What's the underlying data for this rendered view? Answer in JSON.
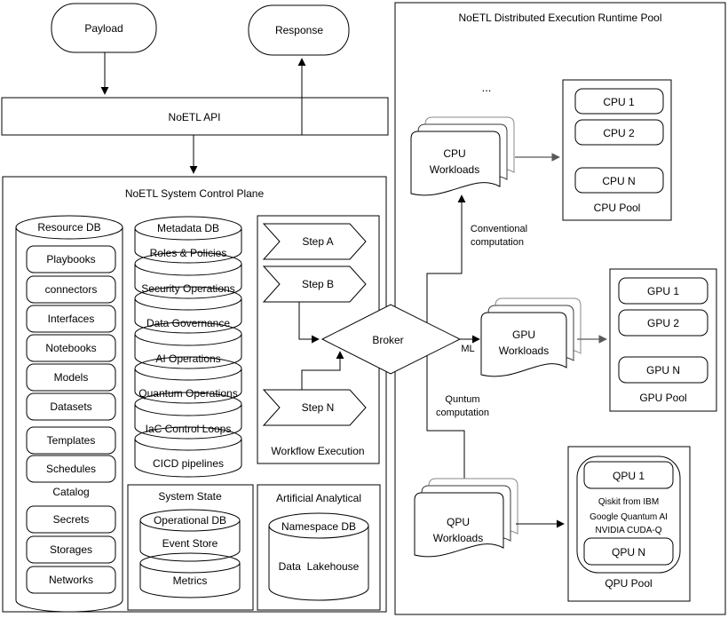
{
  "flow": {
    "payload_label": "Payload",
    "response_label": "Response",
    "api_label": "NoETL API"
  },
  "control_plane": {
    "title": "NoETL System Control Plane",
    "resource_db": {
      "title": "Resource DB",
      "items": [
        "Playbooks",
        "connectors",
        "Interfaces",
        "Notebooks",
        "Models",
        "Datasets",
        "Templates",
        "Schedules"
      ],
      "catalog_label": "Catalog",
      "catalog_items": [
        "Secrets",
        "Storages",
        "Networks"
      ]
    },
    "metadata_db": {
      "title": "Metadata DB",
      "layers": [
        "Roles & Policies",
        "Security Operations",
        "Data Governance",
        "AI Operations",
        "Quantum Operations",
        "IaC Control Loops",
        "CICD pipelines"
      ]
    },
    "workflow": {
      "title": "Workflow Execution",
      "steps": [
        "Step A",
        "Step B",
        "Step N"
      ]
    },
    "system_state": {
      "title": "System State",
      "operational_db": "Operational DB",
      "event_store": "Event Store",
      "metrics": "Metrics"
    },
    "analytical": {
      "title": "Artificial Analytical",
      "namespace_db": "Namespace DB",
      "lakehouse": "Data  Lakehouse"
    }
  },
  "broker_label": "Broker",
  "runtime": {
    "title": "NoETL Distributed Execution Runtime Pool",
    "ellipsis": "...",
    "cpu": {
      "workload": [
        "CPU",
        "Workloads"
      ],
      "pool_title": "CPU Pool",
      "units": [
        "CPU 1",
        "CPU 2",
        "CPU N"
      ]
    },
    "gpu": {
      "workload": [
        "GPU",
        "Workloads"
      ],
      "pool_title": "GPU Pool",
      "units": [
        "GPU 1",
        "GPU 2",
        "GPU N"
      ]
    },
    "qpu": {
      "workload": [
        "QPU",
        "Workloads"
      ],
      "pool_title": "QPU Pool",
      "units": [
        "QPU 1",
        "QPU N"
      ],
      "providers": [
        "Qiskit from IBM",
        "Google Quantum AI",
        "NVIDIA CUDA-Q"
      ]
    }
  },
  "edge_labels": {
    "conventional": [
      "Conventional",
      "computation"
    ],
    "ml": "ML",
    "quantum": [
      "Quntum",
      "computation"
    ]
  },
  "colors": {
    "stroke": "#000000",
    "sheet_back": "#8a8a8a",
    "connector_gray": "#595959",
    "background": "#ffffff"
  }
}
